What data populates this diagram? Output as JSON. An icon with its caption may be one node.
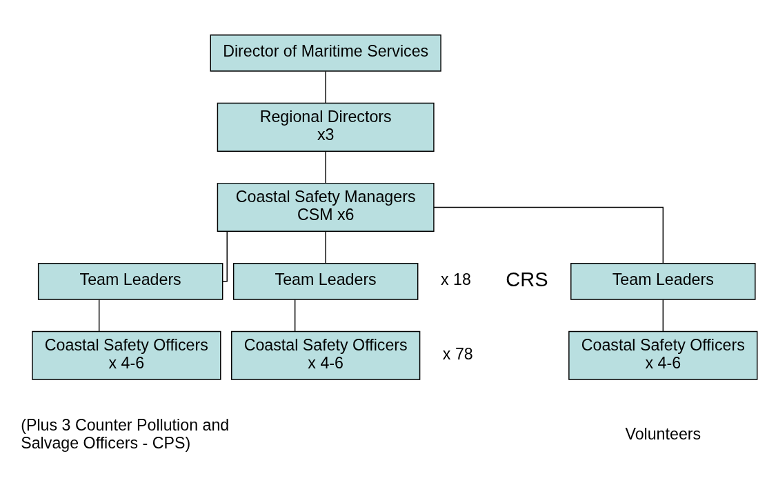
{
  "diagram": {
    "nodes": [
      {
        "text": [
          "Director of Maritime Services"
        ]
      },
      {
        "text": [
          "Regional Directors",
          "x3"
        ]
      },
      {
        "text": [
          "Coastal Safety Managers",
          "CSM x6"
        ]
      },
      {
        "text": [
          "Team Leaders"
        ]
      },
      {
        "text": [
          "Team Leaders"
        ]
      },
      {
        "text": [
          "Team Leaders"
        ]
      },
      {
        "text": [
          "Coastal Safety Officers",
          "x 4-6"
        ]
      },
      {
        "text": [
          "Coastal Safety Officers",
          "x 4-6"
        ]
      },
      {
        "text": [
          "Coastal Safety Officers",
          "x 4-6"
        ]
      }
    ],
    "edges": [
      {
        "from": 0,
        "to": 1,
        "arrow": "none"
      },
      {
        "from": 1,
        "to": 2,
        "arrow": "none"
      },
      {
        "from": 2,
        "to": 3,
        "arrow": "none"
      },
      {
        "from": 2,
        "to": 4,
        "arrow": "none"
      },
      {
        "from": 2,
        "to": 5,
        "arrow": "none"
      },
      {
        "from": 3,
        "to": 6,
        "arrow": "none"
      },
      {
        "from": 4,
        "to": 7,
        "arrow": "none"
      },
      {
        "from": 5,
        "to": 8,
        "arrow": "none"
      }
    ],
    "labels": [
      "CRS",
      "x 18",
      "x 78",
      "Volunteers",
      "(Plus 3 Counter Pollution and Salvage Officers - CPS)"
    ]
  }
}
